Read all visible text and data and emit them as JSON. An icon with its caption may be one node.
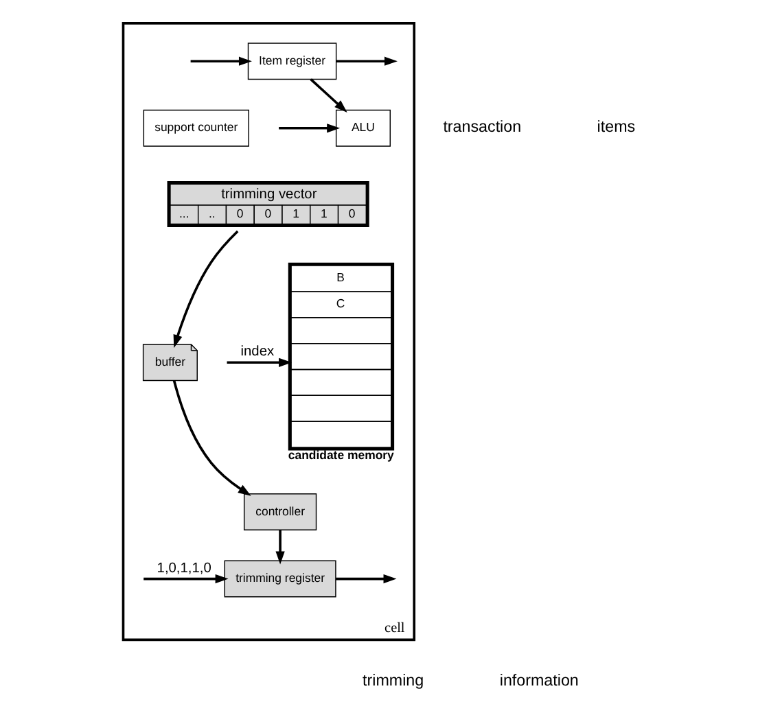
{
  "diagram": {
    "nodes": [
      {
        "text": [
          "cell"
        ]
      },
      {
        "text": [
          "Item register"
        ],
        "in": 0
      },
      {
        "text": [
          "B",
          "C"
        ],
        "beside": [
          "candidate memory"
        ],
        "in": 0
      },
      {
        "text": [
          "ALU"
        ],
        "in": 0
      },
      {
        "text": [
          "support counter"
        ],
        "in": 0
      },
      {
        "text": [
          "trimming vector",
          "...",
          "..",
          "0",
          "0",
          "1",
          "1",
          "0"
        ],
        "in": 0
      },
      {
        "text": [
          "buffer"
        ],
        "in": 0
      },
      {
        "text": [
          "controller"
        ],
        "in": 0
      },
      {
        "text": [
          "trimming register"
        ],
        "in": 0
      }
    ],
    "edges": [
      {
        "from": null,
        "to": 1,
        "arrow": "to"
      },
      {
        "from": 1,
        "to": null,
        "arrow": "to"
      },
      {
        "from": 1,
        "to": 3,
        "arrow": "to"
      },
      {
        "from": null,
        "to": 3,
        "arrow": "to"
      },
      {
        "from": null,
        "to": 2,
        "arrow": "to",
        "label": "index"
      },
      {
        "from": 5,
        "to": 6,
        "arrow": "to"
      },
      {
        "from": 6,
        "to": 7,
        "arrow": "to"
      },
      {
        "from": 7,
        "to": 8,
        "arrow": "to"
      },
      {
        "from": null,
        "to": 8,
        "arrow": "to",
        "label": "1,0,1,1,0"
      },
      {
        "from": 8,
        "to": null,
        "arrow": "to"
      }
    ],
    "labels": [
      "transaction",
      "items",
      "trimming",
      "information"
    ]
  }
}
